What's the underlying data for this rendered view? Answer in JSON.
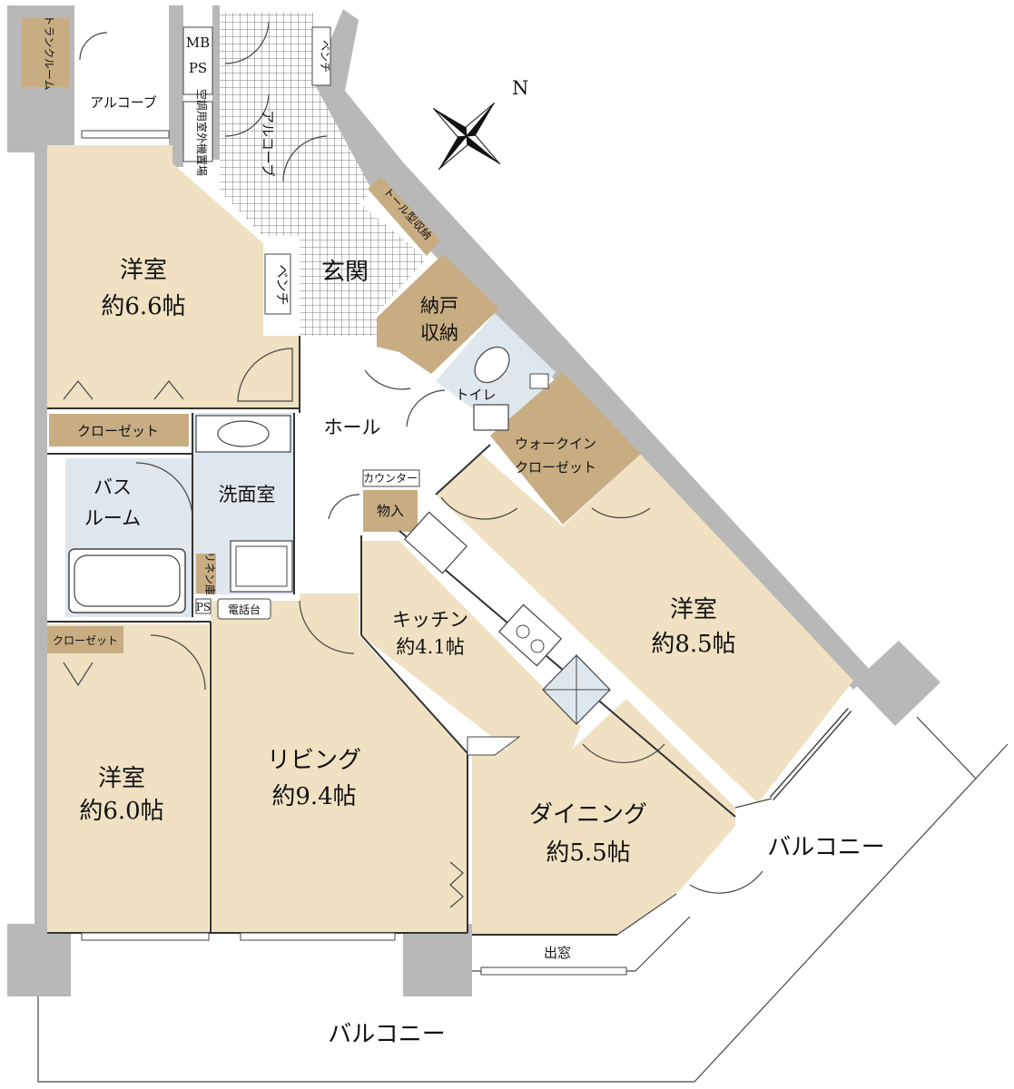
{
  "rooms": {
    "western_1": {
      "name": "洋室",
      "size": "約6.6帖"
    },
    "western_2": {
      "name": "洋室",
      "size": "約6.0帖"
    },
    "western_3": {
      "name": "洋室",
      "size": "約8.5帖"
    },
    "living": {
      "name": "リビング",
      "size": "約9.4帖"
    },
    "dining": {
      "name": "ダイニング",
      "size": "約5.5帖"
    },
    "kitchen": {
      "name": "キッチン",
      "size": "約4.1帖"
    },
    "entrance": {
      "name": "玄関"
    },
    "hall": {
      "name": "ホール"
    },
    "washroom": {
      "name": "洗面室"
    },
    "bath": {
      "line1": "バス",
      "line2": "ルーム"
    },
    "toilet": {
      "name": "トイレ"
    },
    "storage": {
      "line1": "納戸",
      "line2": "収納"
    },
    "walkin": {
      "line1": "ウォークイン",
      "line2": "クローゼット"
    }
  },
  "labels": {
    "trunk_room": "トランクルーム",
    "alcove_1": "アルコーブ",
    "alcove_2": "アルコーブ",
    "mb": "MB",
    "ps": "PS",
    "ac_place": "空調用室外機置場",
    "bench_1": "ベンチ",
    "bench_2": "ベンチ",
    "tall_storage": "トール型収納",
    "closet_1": "クローゼット",
    "closet_2": "クローゼット",
    "counter": "カウンター",
    "monoire": "物入",
    "linen": "リネン庫",
    "phone_stand": "電話台",
    "ps_small": "PS",
    "bay_window": "出窓",
    "balcony_1": "バルコニー",
    "balcony_2": "バルコニー",
    "north": "N"
  },
  "colors": {
    "room": "#efe1c2",
    "storage": "#c8ad83",
    "wet": "#dfe7ee",
    "wall": "#b8b8b8"
  }
}
